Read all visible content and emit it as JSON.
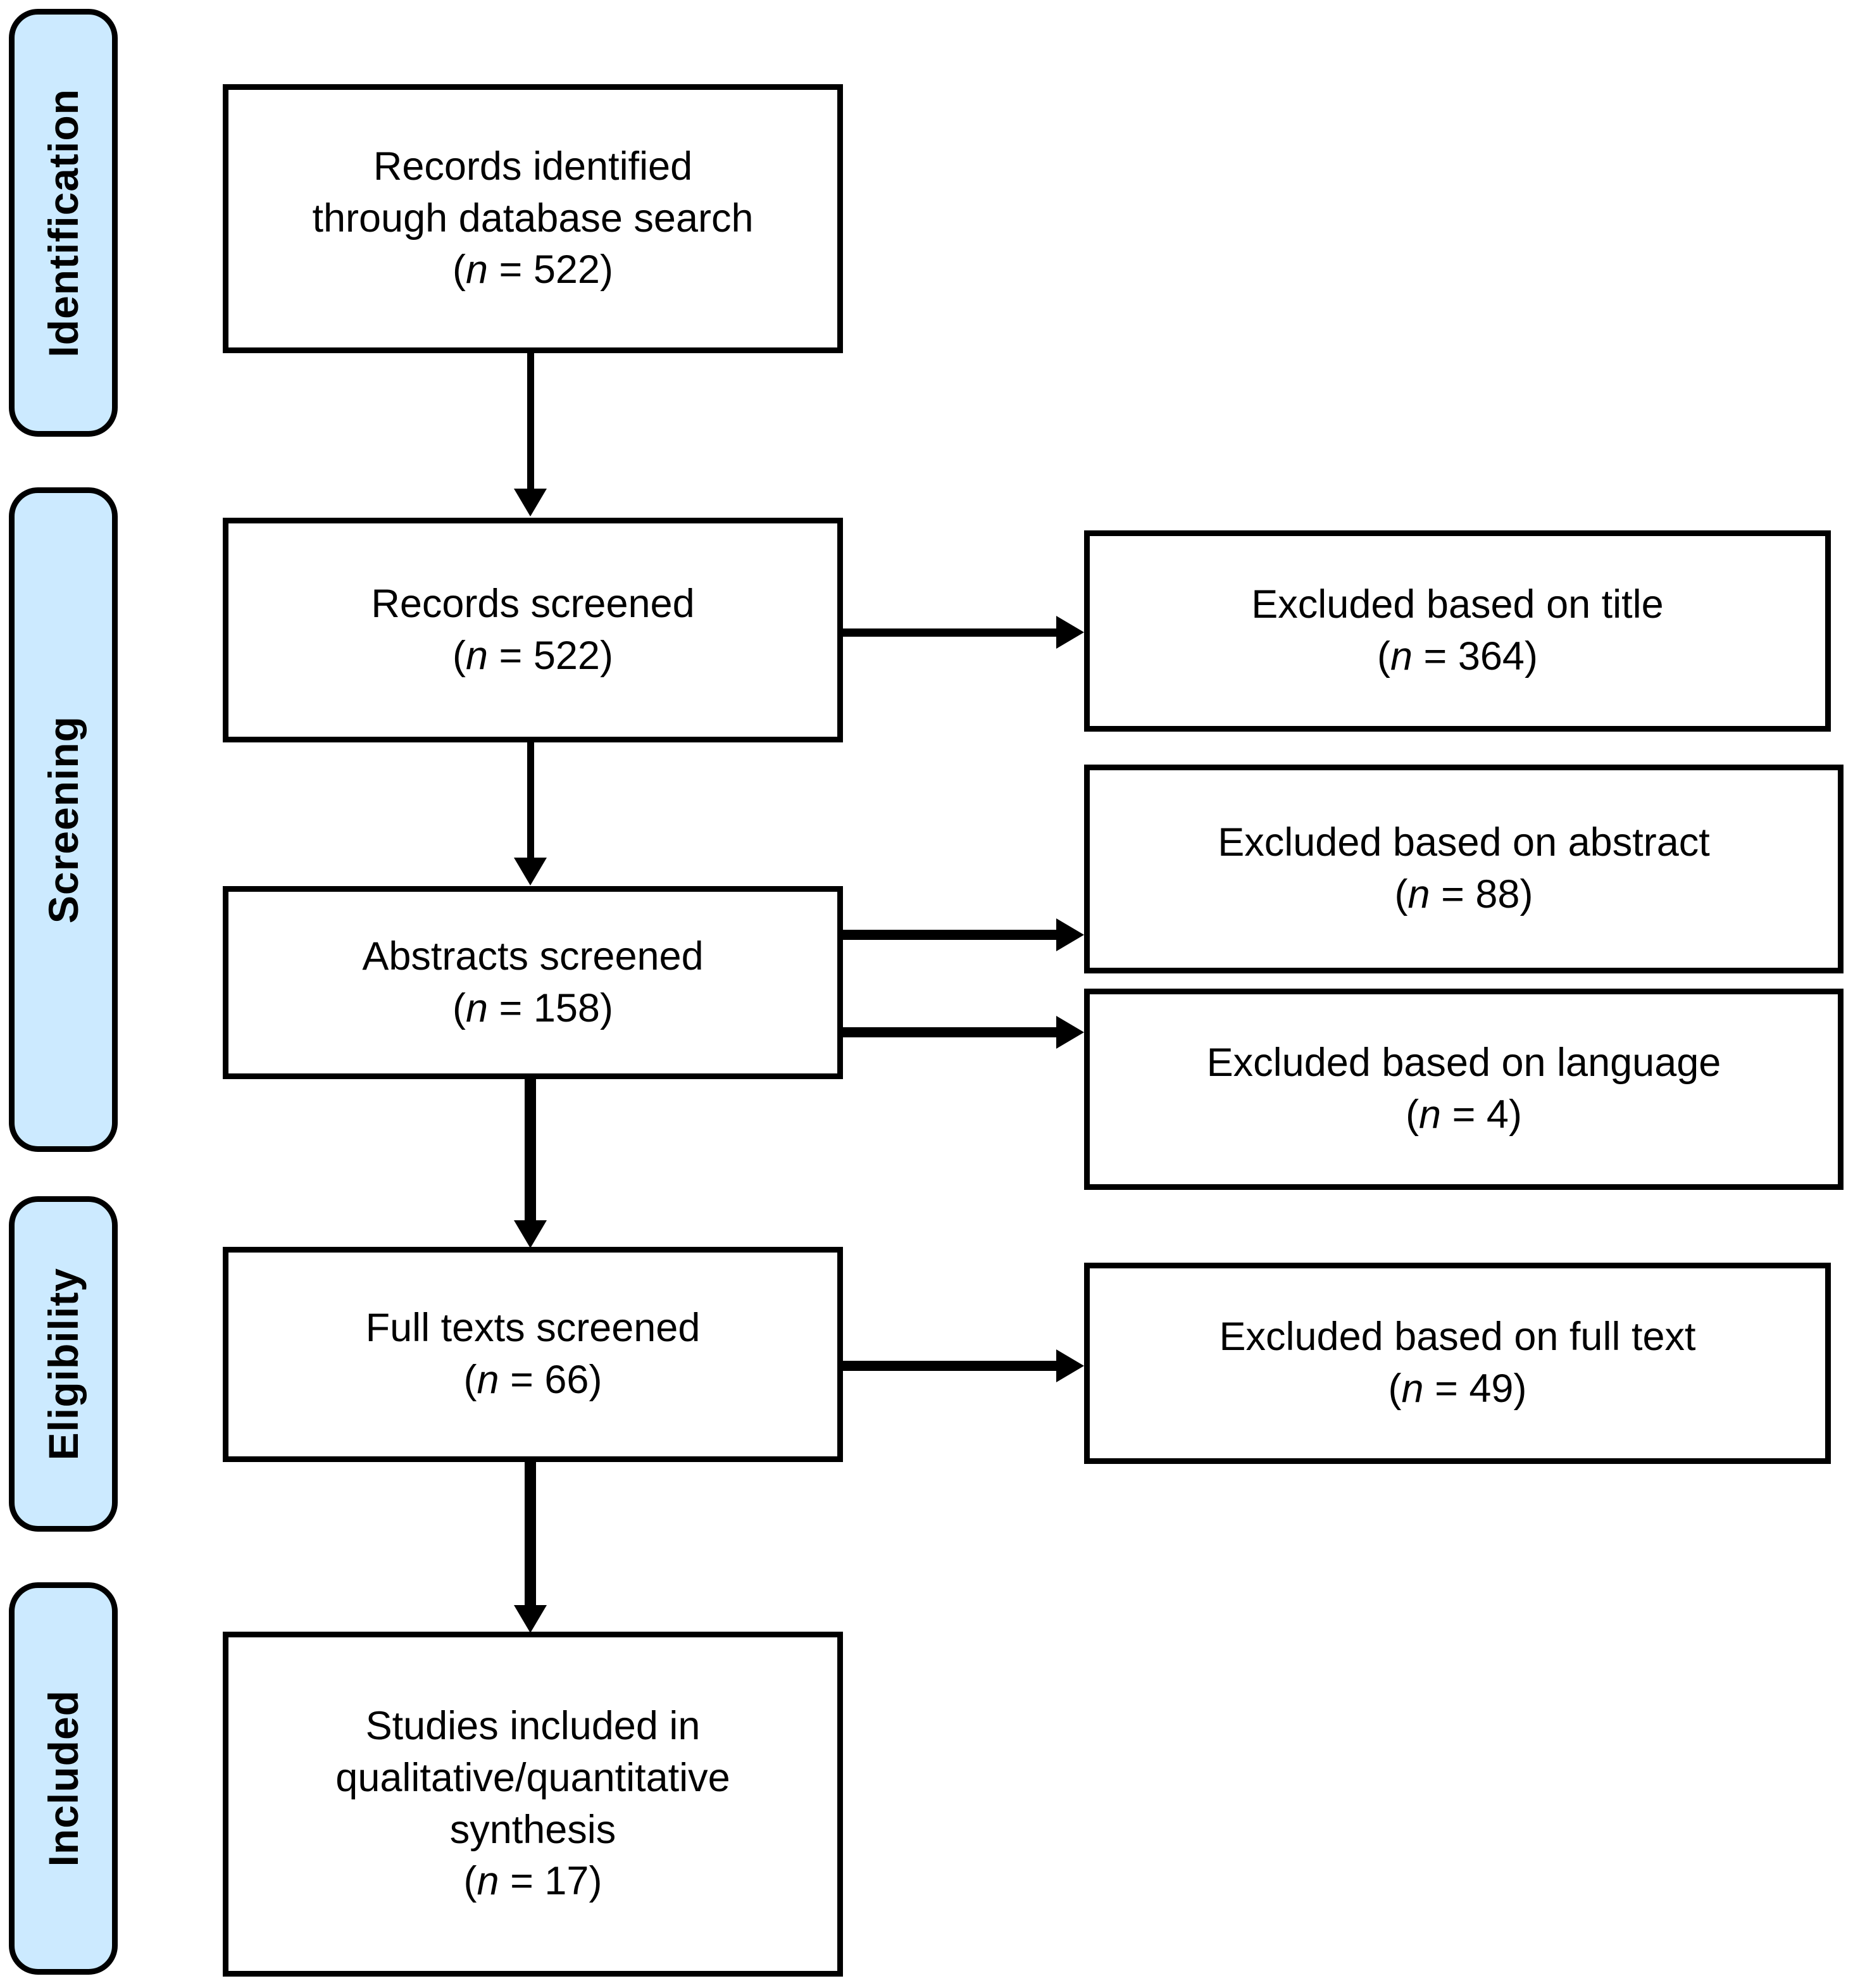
{
  "figure": {
    "type": "prisma-flow-diagram",
    "pill_color": "#cceaff",
    "line_color": "#000000",
    "box_fill": "#ffffff"
  },
  "stages": [
    {
      "id": "identification",
      "label": "Identification"
    },
    {
      "id": "screening",
      "label": "Screening"
    },
    {
      "id": "eligibility",
      "label": "Eligibility"
    },
    {
      "id": "included",
      "label": "Included"
    }
  ],
  "flow_boxes": {
    "records_identified": {
      "line1": "Records identified",
      "line2": "through database search",
      "count_prefix": "(",
      "count_n": "n",
      "count_eq": " = ",
      "count_value": "522",
      "count_suffix": ")"
    },
    "records_screened": {
      "line1": "Records screened",
      "count_prefix": "(",
      "count_n": "n",
      "count_eq": " = ",
      "count_value": "522",
      "count_suffix": ")"
    },
    "abstracts_screened": {
      "line1": "Abstracts screened",
      "count_prefix": "(",
      "count_n": "n",
      "count_eq": " = ",
      "count_value": "158",
      "count_suffix": ")"
    },
    "full_texts_screened": {
      "line1": "Full texts screened",
      "count_prefix": "(",
      "count_n": "n",
      "count_eq": " = ",
      "count_value": "66",
      "count_suffix": ")"
    },
    "studies_included": {
      "line1": "Studies included in",
      "line2": "qualitative/quantitative",
      "line3": "synthesis",
      "count_prefix": "(",
      "count_n": "n",
      "count_eq": " = ",
      "count_value": "17",
      "count_suffix": ")"
    },
    "excluded_title": {
      "line1": "Excluded based on title",
      "count_prefix": "(",
      "count_n": "n",
      "count_eq": " = ",
      "count_value": "364",
      "count_suffix": ")"
    },
    "excluded_abstract": {
      "line1": "Excluded based on abstract",
      "count_prefix": "(",
      "count_n": "n",
      "count_eq": " = ",
      "count_value": "88",
      "count_suffix": ")"
    },
    "excluded_language": {
      "line1": "Excluded based on language",
      "count_prefix": "(",
      "count_n": "n",
      "count_eq": " = ",
      "count_value": "4",
      "count_suffix": ")"
    },
    "excluded_full_text": {
      "line1": "Excluded based on full text",
      "count_prefix": "(",
      "count_n": "n",
      "count_eq": " = ",
      "count_value": "49",
      "count_suffix": ")"
    }
  },
  "chart_data": {
    "type": "diagram",
    "title": "PRISMA study selection flow diagram",
    "nodes": [
      {
        "id": "records_identified",
        "stage": "Identification",
        "label": "Records identified through database search",
        "n": 522
      },
      {
        "id": "records_screened",
        "stage": "Screening",
        "label": "Records screened",
        "n": 522
      },
      {
        "id": "excluded_title",
        "stage": "Screening",
        "label": "Excluded based on title",
        "n": 364
      },
      {
        "id": "abstracts_screened",
        "stage": "Screening",
        "label": "Abstracts screened",
        "n": 158
      },
      {
        "id": "excluded_abstract",
        "stage": "Screening",
        "label": "Excluded based on abstract",
        "n": 88
      },
      {
        "id": "excluded_language",
        "stage": "Screening",
        "label": "Excluded based on language",
        "n": 4
      },
      {
        "id": "full_texts_screened",
        "stage": "Eligibility",
        "label": "Full texts screened",
        "n": 66
      },
      {
        "id": "excluded_full_text",
        "stage": "Eligibility",
        "label": "Excluded based on full text",
        "n": 49
      },
      {
        "id": "studies_included",
        "stage": "Included",
        "label": "Studies included in qualitative/quantitative synthesis",
        "n": 17
      }
    ],
    "edges": [
      {
        "from": "records_identified",
        "to": "records_screened",
        "direction": "down"
      },
      {
        "from": "records_screened",
        "to": "excluded_title",
        "direction": "right"
      },
      {
        "from": "records_screened",
        "to": "abstracts_screened",
        "direction": "down"
      },
      {
        "from": "abstracts_screened",
        "to": "excluded_abstract",
        "direction": "right"
      },
      {
        "from": "abstracts_screened",
        "to": "excluded_language",
        "direction": "right"
      },
      {
        "from": "abstracts_screened",
        "to": "full_texts_screened",
        "direction": "down"
      },
      {
        "from": "full_texts_screened",
        "to": "excluded_full_text",
        "direction": "right"
      },
      {
        "from": "full_texts_screened",
        "to": "studies_included",
        "direction": "down"
      }
    ]
  }
}
